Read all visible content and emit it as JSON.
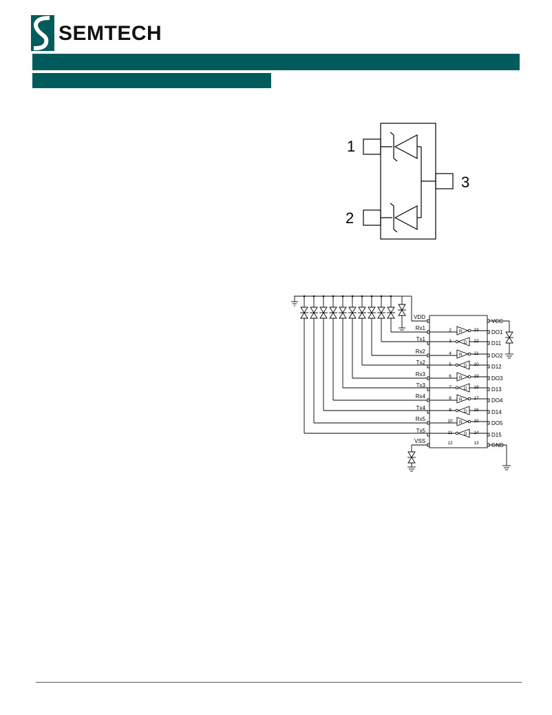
{
  "header": {
    "brand": "SEMTECH",
    "brand_color": "#005c5c",
    "bar_color": "#005c5c"
  },
  "figure1": {
    "pins": [
      "1",
      "2",
      "3"
    ]
  },
  "figure2": {
    "left_pins": [
      {
        "name": "VDD",
        "num": ""
      },
      {
        "name": "Rx1",
        "num": "2"
      },
      {
        "name": "Tx1",
        "num": "3"
      },
      {
        "name": "Rx2",
        "num": "4"
      },
      {
        "name": "Tx2",
        "num": "5"
      },
      {
        "name": "Rx3",
        "num": "6"
      },
      {
        "name": "Tx3",
        "num": "7"
      },
      {
        "name": "Rx4",
        "num": "8"
      },
      {
        "name": "Tx4",
        "num": "9"
      },
      {
        "name": "Rx5",
        "num": "10"
      },
      {
        "name": "Tx5",
        "num": "11"
      },
      {
        "name": "VSS",
        "num": "12"
      }
    ],
    "right_pins": [
      {
        "name": "VCC",
        "num": ""
      },
      {
        "name": "DO1",
        "num": "23"
      },
      {
        "name": "D11",
        "num": "22"
      },
      {
        "name": "DO2",
        "num": "21"
      },
      {
        "name": "D12",
        "num": "20"
      },
      {
        "name": "DO3",
        "num": "19"
      },
      {
        "name": "D13",
        "num": "18"
      },
      {
        "name": "DO4",
        "num": "17"
      },
      {
        "name": "D14",
        "num": "16"
      },
      {
        "name": "DO5",
        "num": "15"
      },
      {
        "name": "D15",
        "num": "14"
      },
      {
        "name": "GND",
        "num": "13"
      }
    ],
    "gate_types": [
      "R",
      "D",
      "R",
      "D",
      "R",
      "D",
      "R",
      "D",
      "R",
      "D"
    ]
  }
}
